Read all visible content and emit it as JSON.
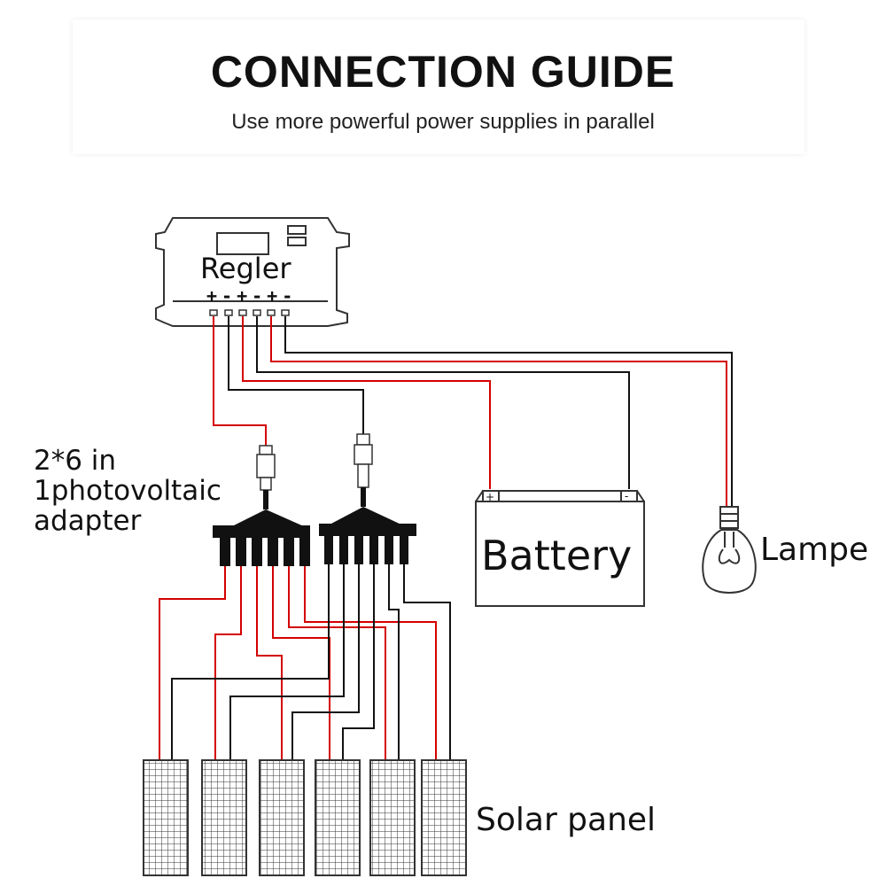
{
  "header": {
    "title": "CONNECTION GUIDE",
    "subtitle": "Use more powerful power supplies in parallel"
  },
  "labels": {
    "controller": "Regler",
    "polarity": "+-+-+-",
    "adapter_line1": "2*6 in",
    "adapter_line2": "1photovoltaic",
    "adapter_line3": "adapter",
    "battery": "Battery",
    "lamp": "Lampe",
    "solar_panel": "Solar panel"
  },
  "colors": {
    "positive_wire": "#d40000",
    "negative_wire": "#111111",
    "outline": "#333333"
  },
  "icons": [
    "controller-icon",
    "battery-icon",
    "lightbulb-icon",
    "connector-icon",
    "solar-panel-icon"
  ]
}
